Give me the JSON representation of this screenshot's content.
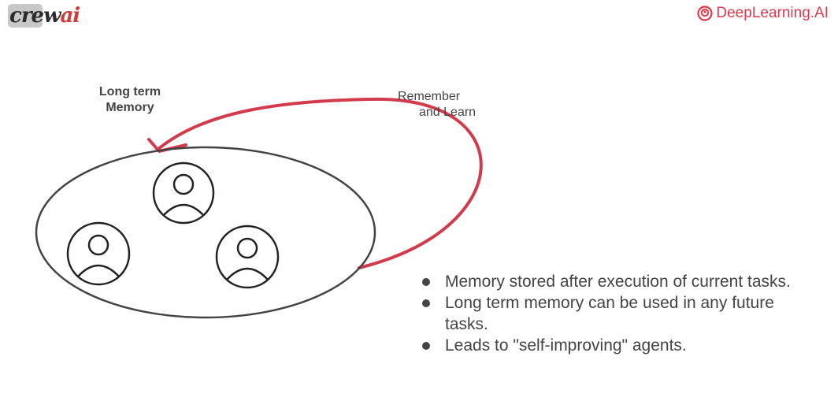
{
  "header": {
    "logo_left": {
      "text_main": "crew",
      "text_accent": "ai"
    },
    "logo_right": {
      "text": "DeepLearning.AI"
    }
  },
  "diagram": {
    "memory_label_line1": "Long term",
    "memory_label_line2": "Memory",
    "loop_label_line1": "Remember",
    "loop_label_line2": "and Learn",
    "agents": [
      "agent-1",
      "agent-2",
      "agent-3"
    ],
    "accent_color": "#d13b4b"
  },
  "bullets": [
    "Memory stored after execution of current tasks.",
    "Long term memory can be used in any future tasks.",
    "Leads to \"self-improving\" agents."
  ]
}
